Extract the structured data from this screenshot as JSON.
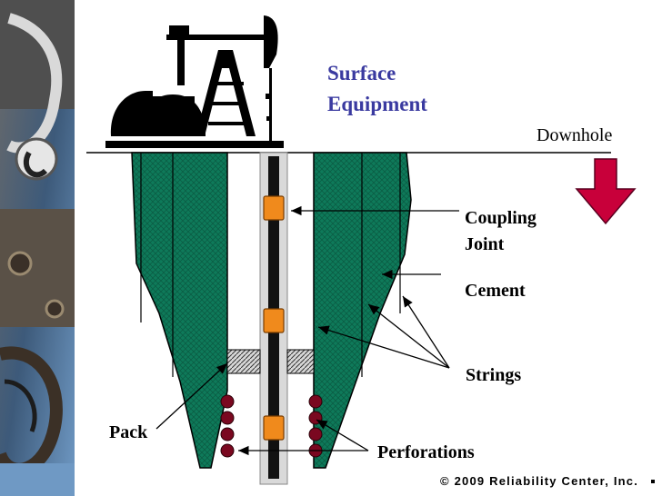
{
  "title": {
    "line1": "Surface",
    "line2": "Equipment"
  },
  "labels": {
    "downhole": "Downhole",
    "coupling_line1": "Coupling",
    "coupling_line2": "Joint",
    "cement": "Cement",
    "strings": "Strings",
    "pack": "Pack",
    "perforations": "Perforations"
  },
  "copyright": "© 2009 Reliability Center, Inc.",
  "colors": {
    "cement": "#0e7a5a",
    "coupling": "#f08a1c",
    "down_arrow": "#c8003a",
    "title": "#3a3aa0"
  },
  "icons": [
    "pump-jack-icon",
    "crane-hook-icon",
    "down-arrow-icon"
  ]
}
